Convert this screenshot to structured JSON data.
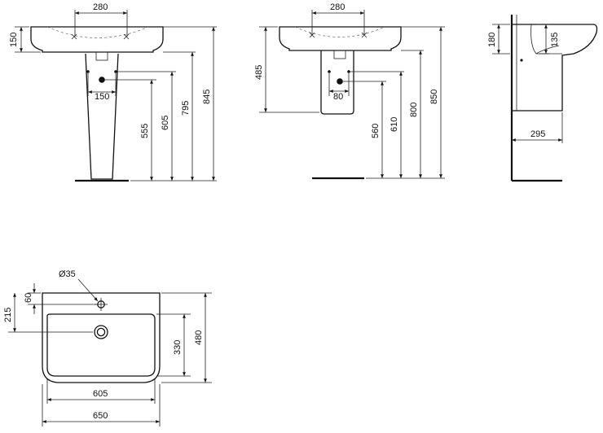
{
  "front_view": {
    "dim_taps": "280",
    "dim_rim_height": "150",
    "dim_waste_spacing": "150",
    "dim_waste_height": "555",
    "dim_supply_height": "605",
    "dim_bowl_height": "795",
    "dim_rim_top_height": "845"
  },
  "semi_pedestal_view": {
    "dim_taps": "280",
    "dim_depth": "485",
    "dim_waste_spacing": "80",
    "dim_waste_height": "560",
    "dim_supply_height": "610",
    "dim_bowl_height": "800",
    "dim_rim_top_height": "850"
  },
  "side_view": {
    "dim_rim_height": "180",
    "dim_bowl_depth": "135",
    "dim_projection": "295"
  },
  "plan_view": {
    "dim_tap_hole": "Ø35",
    "dim_tap_offset": "60",
    "dim_basin_edge": "215",
    "dim_inner_depth": "330",
    "dim_depth": "480",
    "dim_inner_width": "605",
    "dim_width": "650"
  }
}
